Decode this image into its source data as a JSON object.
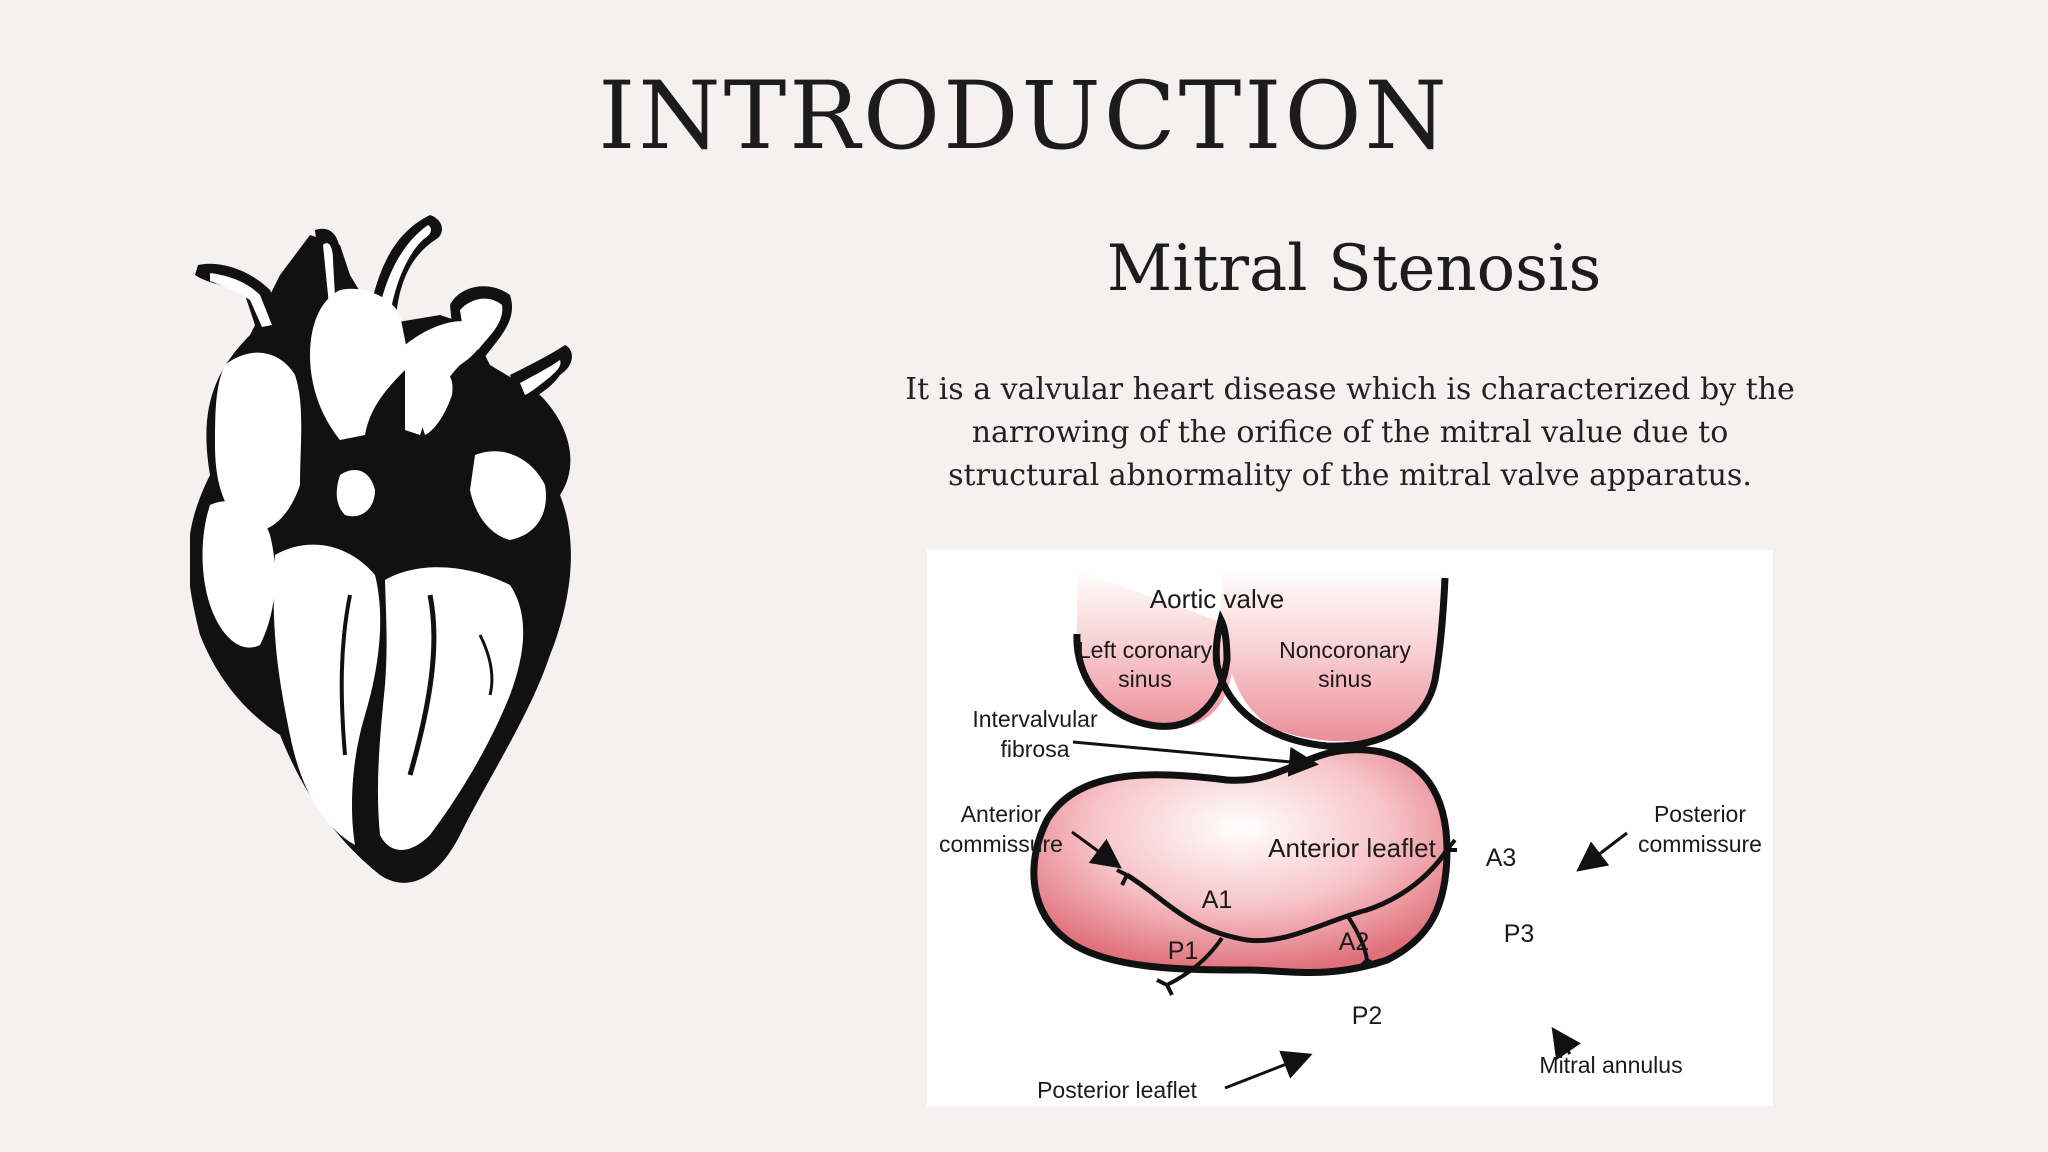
{
  "slide": {
    "title": "INTRODUCTION",
    "subtitle": "Mitral Stenosis",
    "description": "It is a valvular heart disease which is characterized by the narrowing of the orifice of the mitral value due to structural abnormality of the mitral valve apparatus."
  },
  "diagram": {
    "labels": {
      "aortic_valve": "Aortic valve",
      "left_coronary_1": "Left coronary",
      "left_coronary_2": "sinus",
      "noncoronary_1": "Noncoronary",
      "noncoronary_2": "sinus",
      "intervalvular_1": "Intervalvular",
      "intervalvular_2": "fibrosa",
      "anterior_comm_1": "Anterior",
      "anterior_comm_2": "commissure",
      "posterior_comm_1": "Posterior",
      "posterior_comm_2": "commissure",
      "anterior_leaflet": "Anterior leaflet",
      "a1": "A1",
      "a2": "A2",
      "a3": "A3",
      "p1": "P1",
      "p2": "P2",
      "p3": "P3",
      "posterior_leaflet": "Posterior leaflet",
      "mitral_annulus": "Mitral annulus"
    },
    "colors": {
      "tissue_center": "#ffffff",
      "tissue_edge": "#e0707a",
      "outline": "#111111"
    }
  },
  "heart_icon": "heart-icon"
}
